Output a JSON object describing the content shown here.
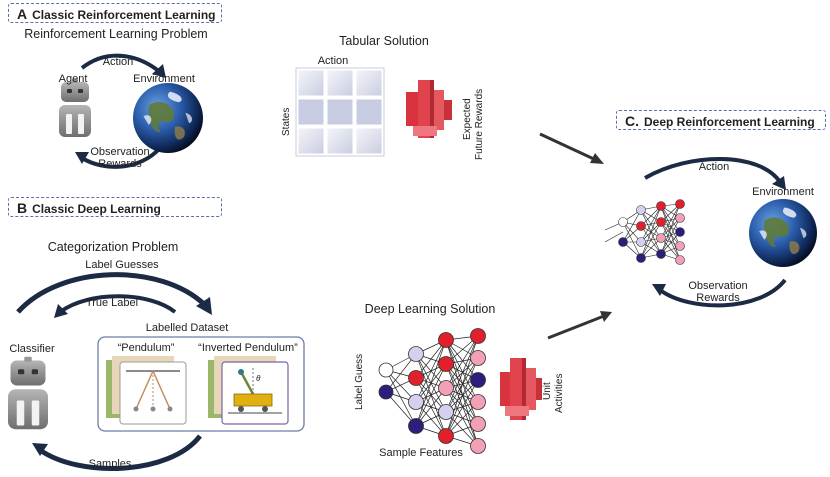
{
  "panelA": {
    "letter": "A",
    "title": "Classic Reinforcement Learning",
    "subtitle": "Reinforcement Learning Problem",
    "agent": "Agent",
    "action": "Action",
    "environment": "Environment",
    "observation": "Observation",
    "rewards": "Rewards",
    "tabular_title": "Tabular Solution",
    "tabular_action": "Action",
    "tabular_states": "States",
    "expected_line1": "Expected",
    "expected_line2": "Future Rewards"
  },
  "panelB": {
    "letter": "B",
    "title": "Classic Deep Learning",
    "subtitle": "Categorization Problem",
    "label_guesses": "Label Guesses",
    "true_label": "True Label",
    "labelled_dataset": "Labelled Dataset",
    "classifier": "Classifier",
    "pendulum": "“Pendulum”",
    "inverted_pendulum": "“Inverted Pendulum”",
    "samples": "Samples",
    "dl_solution": "Deep Learning Solution",
    "label_guess": "Label Guess",
    "sample_features": "Sample Features",
    "unit": "Unit",
    "activities": "Activities",
    "theta": "θ"
  },
  "panelC": {
    "letter": "C.",
    "title": "Deep Reinforcement Learning",
    "action": "Action",
    "environment": "Environment",
    "observation": "Observation",
    "rewards": "Rewards"
  },
  "colors": {
    "panel_border": "#5a6fae",
    "arrow": "#1c2a44",
    "red_node": "#e0202a",
    "pink_node": "#f2a0b6",
    "navy_node": "#2c1e7a",
    "lilac_node": "#d6cff0",
    "block_red": "#e0434d",
    "grid_fill": "#dfe2ee",
    "robot_grey": "#8c8c8c"
  }
}
